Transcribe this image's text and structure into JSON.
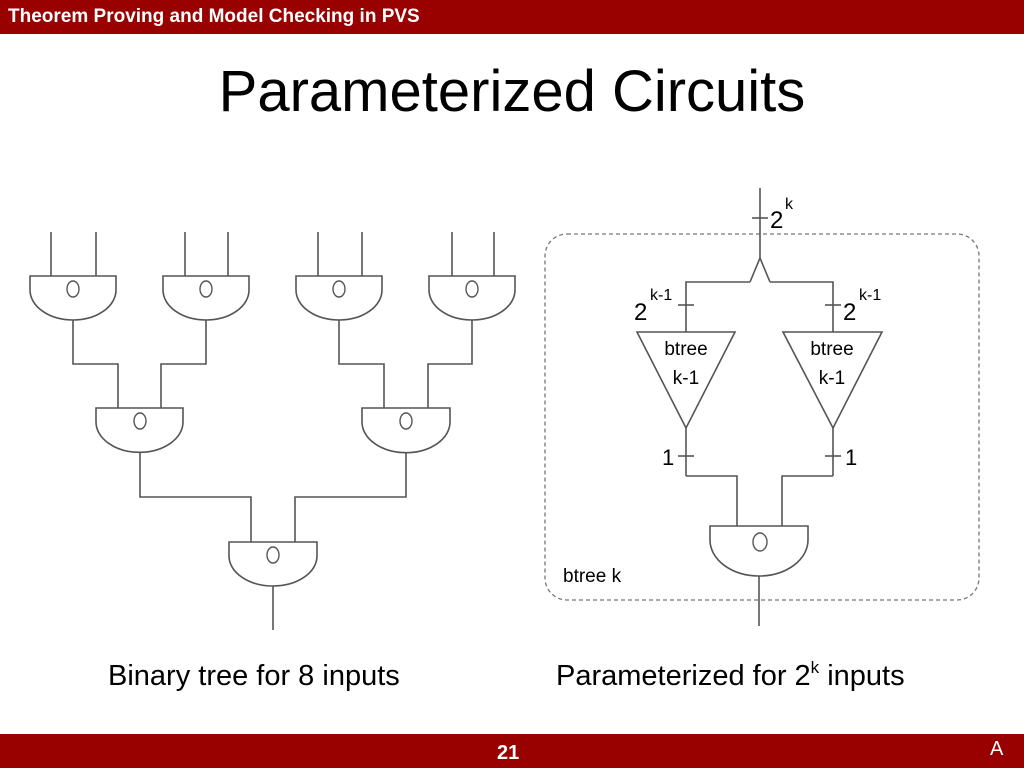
{
  "header": {
    "title": "Theorem Proving and Model Checking in PVS"
  },
  "slide": {
    "title": "Parameterized Circuits"
  },
  "diagram": {
    "gate_symbol": "O",
    "top_exponent_base": "2",
    "top_exponent_power": "k",
    "sub_exponent_base": "2",
    "sub_exponent_power": "k-1",
    "subtree_name": "btree",
    "subtree_param": "k-1",
    "output_width": "1",
    "box_label": "btree k"
  },
  "captions": {
    "left": "Binary tree for 8 inputs",
    "right_prefix": "Parameterized for 2",
    "right_exponent": "k",
    "right_suffix": " inputs"
  },
  "footer": {
    "page_number": "21",
    "logo_letter": "A"
  }
}
